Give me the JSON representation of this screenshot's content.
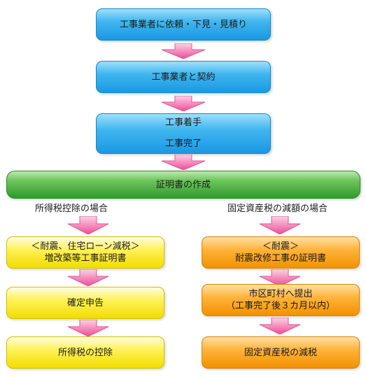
{
  "steps": {
    "request": "工事業者に依頼・下見・見積り",
    "contract": "工事業者と契約",
    "start": "工事着手",
    "complete": "工事完了",
    "certificate": "証明書の作成"
  },
  "left_branch": {
    "heading": "所得税控除の場合",
    "box1_line1": "＜耐震、住宅ローン減税＞",
    "box1_line2": "増改築等工事証明書",
    "box2": "確定申告",
    "box3": "所得税の控除"
  },
  "right_branch": {
    "heading": "固定資産税の減額の場合",
    "box1_line1": "＜耐震＞",
    "box1_line2": "耐震改修工事の証明書",
    "box2_line1": "市区町村へ提出",
    "box2_line2": "（工事完了後３カ月以内）",
    "box3": "固定資産税の減税"
  },
  "colors": {
    "flow_blue": "#1a98e3",
    "certificate_green": "#2f9a2c",
    "income_tax_yellow": "#f2dc00",
    "property_tax_orange": "#f39100",
    "arrow_pink": "#f05fa0"
  }
}
